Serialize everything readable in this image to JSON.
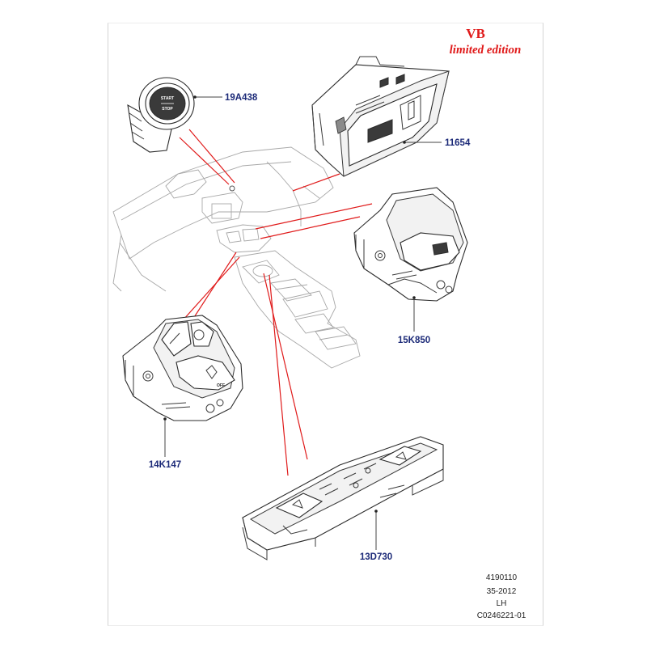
{
  "branding": {
    "line1": "VB",
    "line2": "limited edition",
    "color": "#e01a1a"
  },
  "callouts": [
    {
      "id": "start-stop-switch",
      "label": "19A438"
    },
    {
      "id": "console-bezel",
      "label": "11654"
    },
    {
      "id": "right-switch-module",
      "label": "15K850"
    },
    {
      "id": "left-switch-module",
      "label": "14K147"
    },
    {
      "id": "console-switch-panel",
      "label": "13D730"
    }
  ],
  "callout_color": "#1c2a78",
  "pointer_color": "#e01a1a",
  "reference_block": {
    "line1": "4190110",
    "line2": "35-2012",
    "line3": "LH",
    "line4": "C0246221-01"
  }
}
